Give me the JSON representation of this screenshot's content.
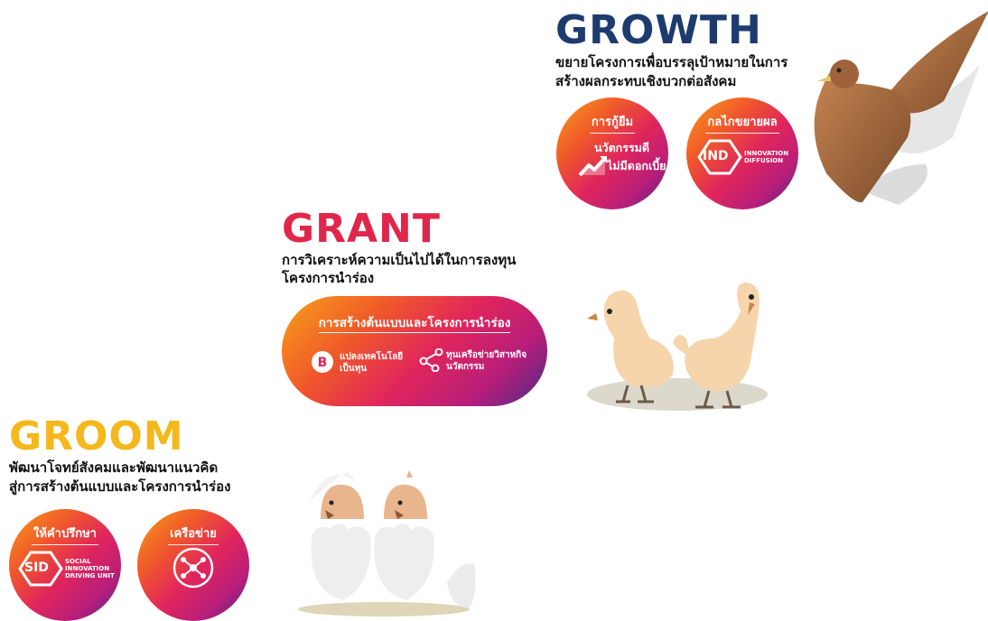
{
  "growth": {
    "title": "GROWTH",
    "subtitle_line1": "ขยายโครงการเพื่อบรรลุเป้าหมายในการ",
    "subtitle_line2": "สร้างผลกระทบเชิงบวกต่อสังคม",
    "title_color": "#1d3b6e",
    "circle1": {
      "head": "การกู้ยืม",
      "line1": "นวัตกรรมดี",
      "line2": "ไม่มีดอกเบี้ย"
    },
    "circle2": {
      "head": "กลไกขยายผล",
      "logo": "IND",
      "tag1": "INNOVATION",
      "tag2": "DIFFUSION"
    }
  },
  "grant": {
    "title": "GRANT",
    "subtitle_line1": "การวิเคราะห์ความเป็นไปได้ในการลงทุน",
    "subtitle_line2": "โครงการนำร่อง",
    "title_color": "#e0264a",
    "pill": {
      "head": "การสร้างต้นแบบและโครงการนำร่อง",
      "item1_line1": "แปลงเทคโนโลยี",
      "item1_line2": "เป็นทุน",
      "item2_line1": "ทุนเครือข่ายวิสาหกิจ",
      "item2_line2": "นวัตกรรม"
    }
  },
  "groom": {
    "title": "GROOM",
    "subtitle_line1": "พัฒนาโจทย์สังคมและพัฒนาแนวคิด",
    "subtitle_line2": "สู่การสร้างต้นแบบและโครงการนำร่อง",
    "title_color": "#f5b81c",
    "circle1": {
      "head": "ให้คำปรึกษา",
      "logo": "SID",
      "tag1": "SOCIAL",
      "tag2": "INNOVATION",
      "tag3": "DRIVING UNIT"
    },
    "circle2": {
      "head": "เครือข่าย"
    }
  }
}
